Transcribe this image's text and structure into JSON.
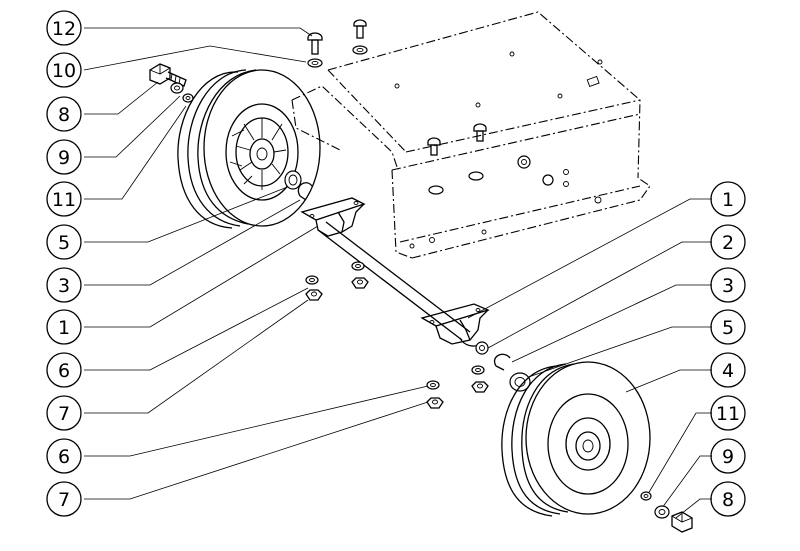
{
  "callouts": {
    "left": [
      {
        "id": "l12",
        "label": "12"
      },
      {
        "id": "l10",
        "label": "10"
      },
      {
        "id": "l8a",
        "label": "8"
      },
      {
        "id": "l9a",
        "label": "9"
      },
      {
        "id": "l11a",
        "label": "11"
      },
      {
        "id": "l5a",
        "label": "5"
      },
      {
        "id": "l3a",
        "label": "3"
      },
      {
        "id": "l1a",
        "label": "1"
      },
      {
        "id": "l6a",
        "label": "6"
      },
      {
        "id": "l7a",
        "label": "7"
      },
      {
        "id": "l6b",
        "label": "6"
      },
      {
        "id": "l7b",
        "label": "7"
      }
    ],
    "right": [
      {
        "id": "r1",
        "label": "1"
      },
      {
        "id": "r2",
        "label": "2"
      },
      {
        "id": "r3",
        "label": "3"
      },
      {
        "id": "r5",
        "label": "5"
      },
      {
        "id": "r4",
        "label": "4"
      },
      {
        "id": "r11",
        "label": "11"
      },
      {
        "id": "r9",
        "label": "9"
      },
      {
        "id": "r8",
        "label": "8"
      }
    ]
  }
}
